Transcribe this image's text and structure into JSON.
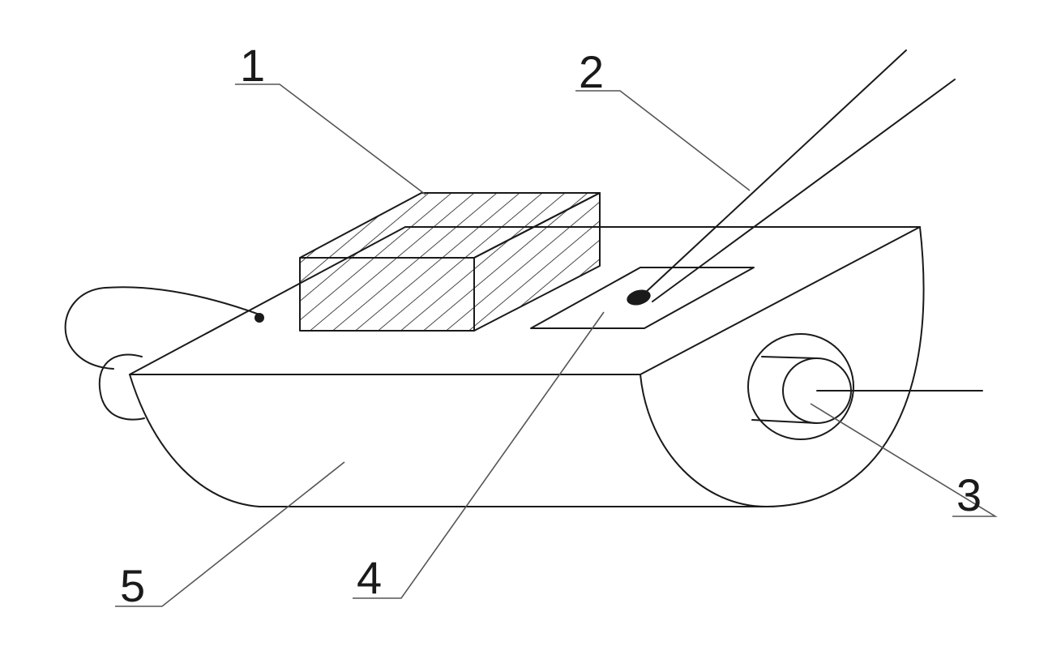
{
  "figure": {
    "labels": [
      "1",
      "2",
      "3",
      "4",
      "5"
    ],
    "line_color": "#1a1a1a",
    "leader_color": "#555555",
    "background": "#ffffff"
  }
}
